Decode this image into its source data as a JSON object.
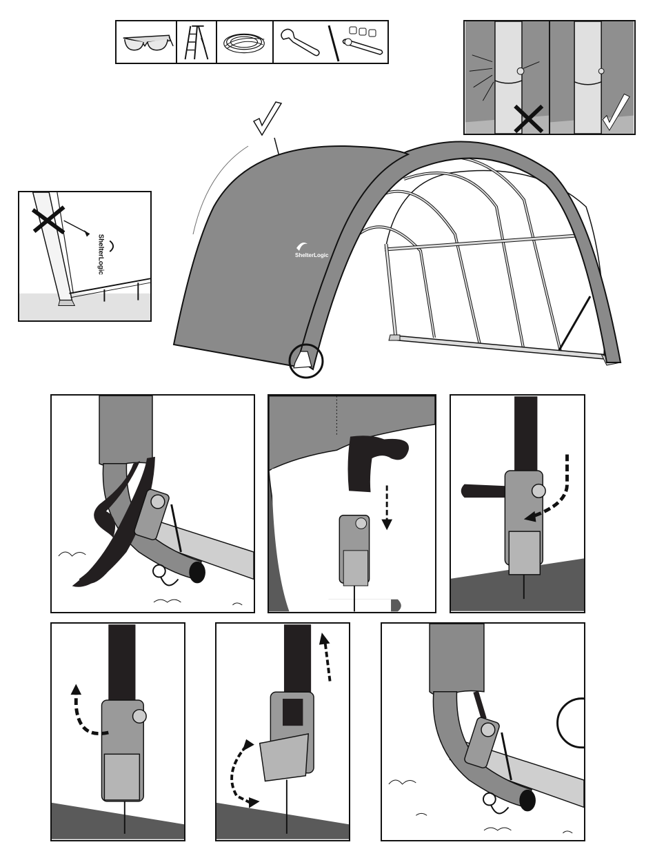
{
  "tools": [
    {
      "name": "safety-glasses-icon"
    },
    {
      "name": "step-ladder-icon"
    },
    {
      "name": "rope-icon"
    },
    {
      "name": "adjustable-wrench-icon"
    },
    {
      "name": "socket-wrench-set-icon"
    }
  ],
  "logo": {
    "text": "ShelterLogic"
  },
  "colors": {
    "cover": "#8a8a8a",
    "cover_dark": "#6e6e6e",
    "frame": "#c7c7c7",
    "strap": "#231f20",
    "outline": "#111111",
    "ground": "#5a5a5a"
  },
  "steps": [
    {
      "name": "step-1-strap-around-base"
    },
    {
      "name": "step-2-feed-strap-into-ratchet"
    },
    {
      "name": "step-3-thread-strap-through-spool"
    },
    {
      "name": "step-4-pull-strap-tight"
    },
    {
      "name": "step-5-crank-ratchet"
    },
    {
      "name": "step-6-finished-tie-down"
    }
  ]
}
